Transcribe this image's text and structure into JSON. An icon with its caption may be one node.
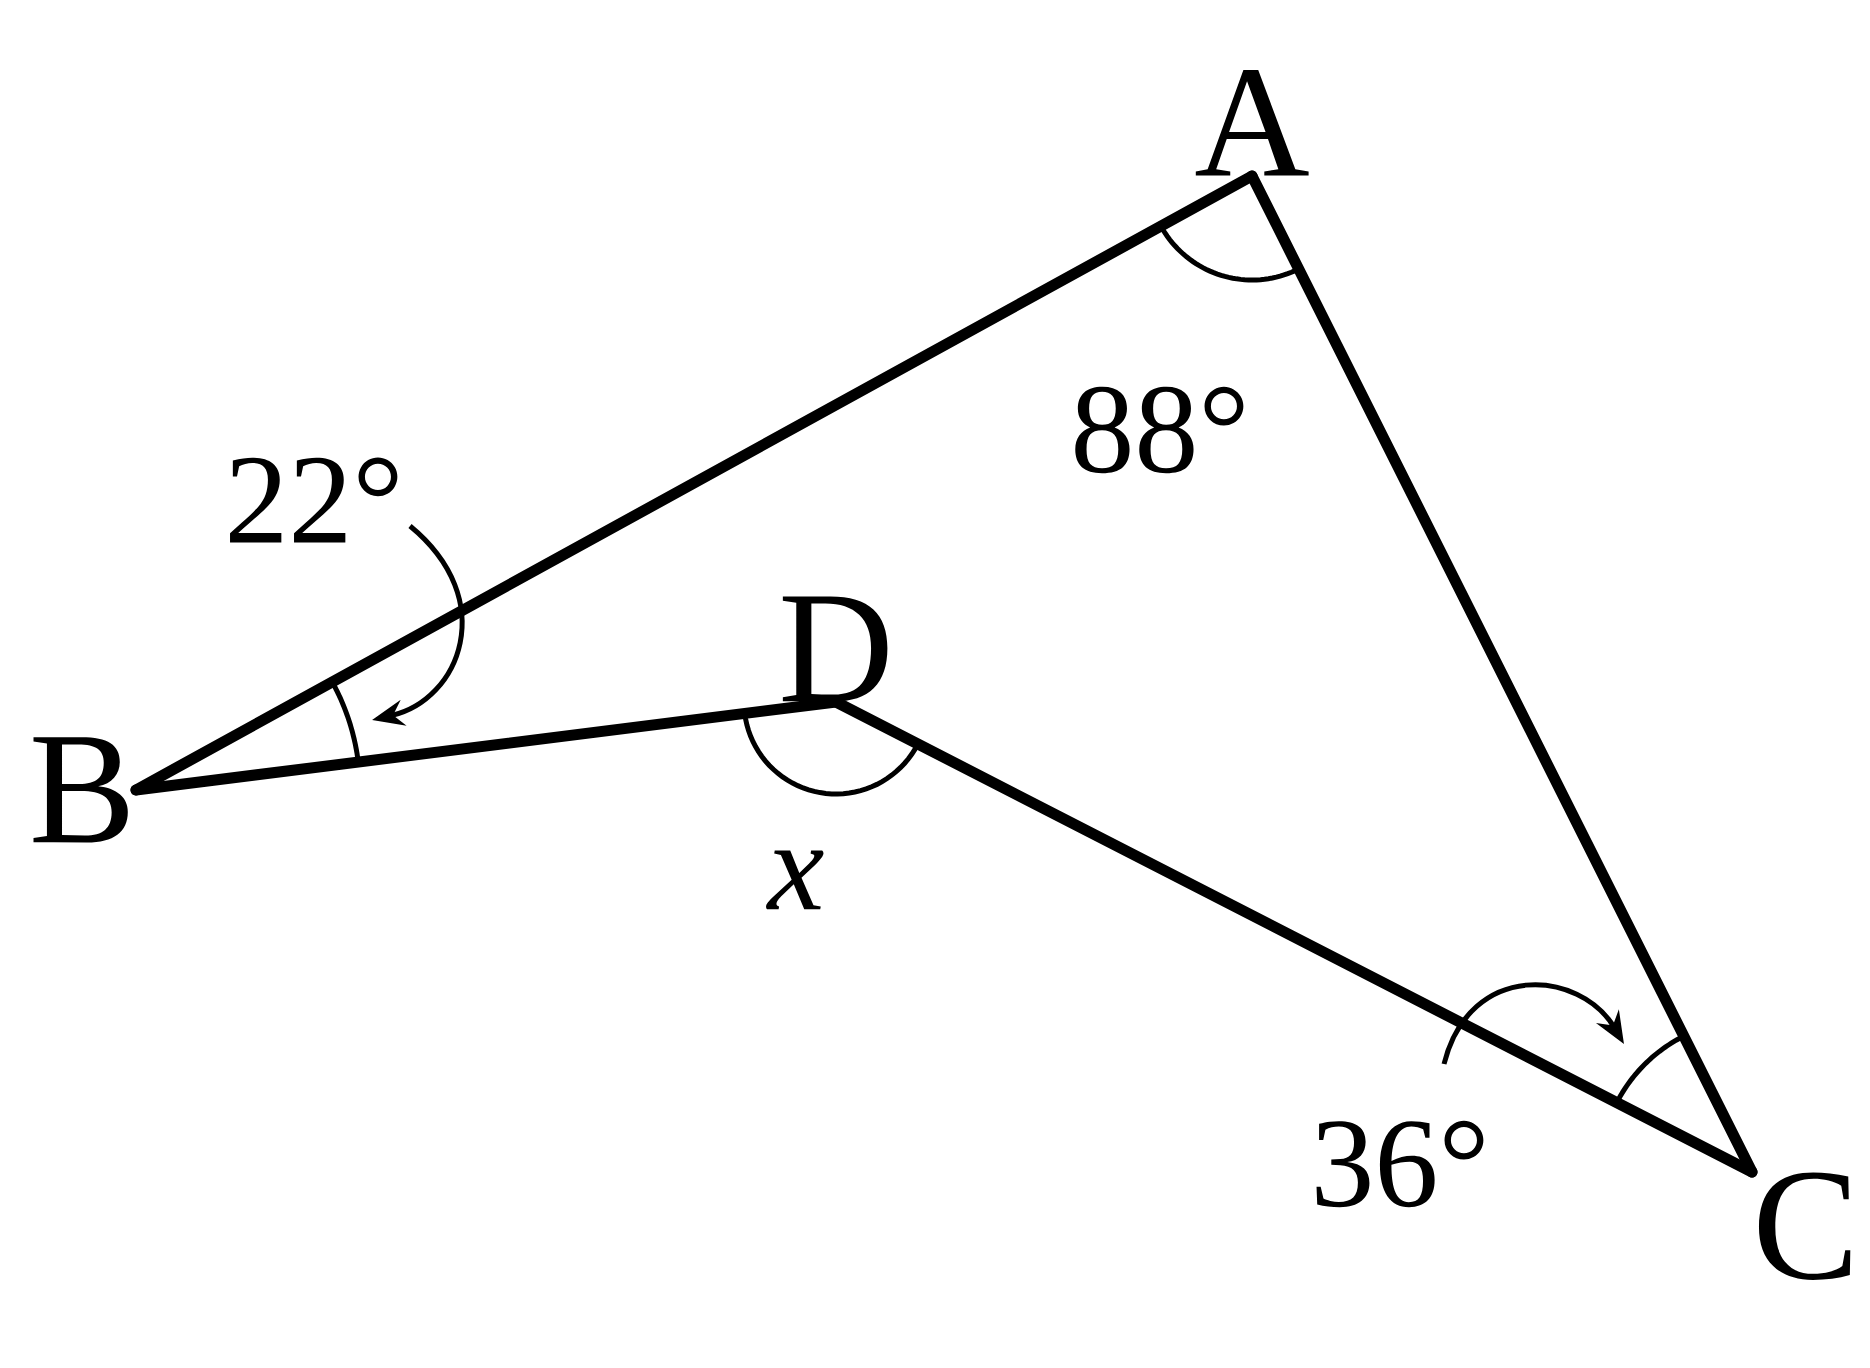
{
  "diagram": {
    "nodes": [
      {
        "text": [
          "A"
        ]
      },
      {
        "text": [
          "B"
        ]
      },
      {
        "text": [
          "C"
        ]
      },
      {
        "text": [
          "D"
        ]
      }
    ],
    "edges": [
      {
        "from": 0,
        "to": 1,
        "arrow": "none"
      },
      {
        "from": 0,
        "to": 2,
        "arrow": "none"
      },
      {
        "from": 1,
        "to": 3,
        "arrow": "none"
      },
      {
        "from": 3,
        "to": 2,
        "arrow": "none"
      }
    ],
    "labels": [
      "88°",
      "22°",
      "x",
      "36°"
    ]
  }
}
